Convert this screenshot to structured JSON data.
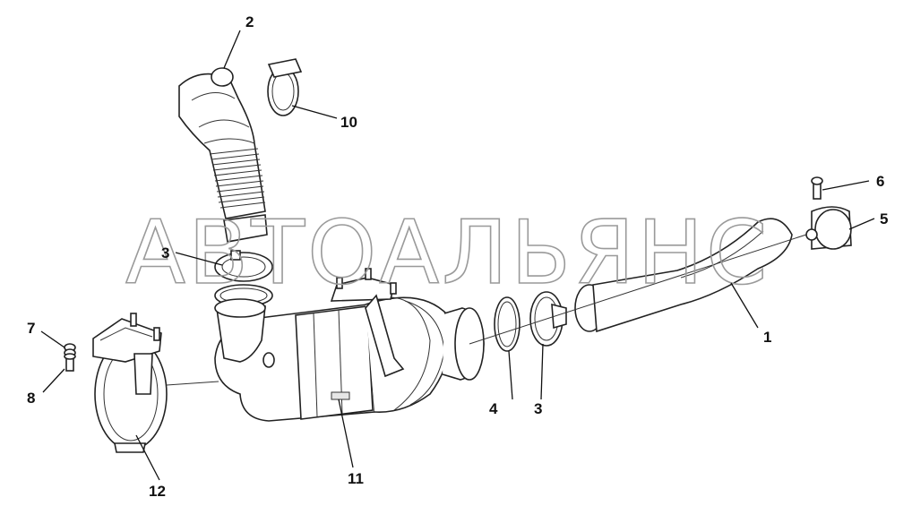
{
  "watermark": "АВТОАЛЬЯНС",
  "callouts": [
    {
      "id": "c1",
      "label": "1"
    },
    {
      "id": "c2",
      "label": "2"
    },
    {
      "id": "c3a",
      "label": "3"
    },
    {
      "id": "c3b",
      "label": "3"
    },
    {
      "id": "c4",
      "label": "4"
    },
    {
      "id": "c5",
      "label": "5"
    },
    {
      "id": "c6",
      "label": "6"
    },
    {
      "id": "c7",
      "label": "7"
    },
    {
      "id": "c8",
      "label": "8"
    },
    {
      "id": "c10",
      "label": "10"
    },
    {
      "id": "c11",
      "label": "11"
    },
    {
      "id": "c12",
      "label": "12"
    }
  ]
}
